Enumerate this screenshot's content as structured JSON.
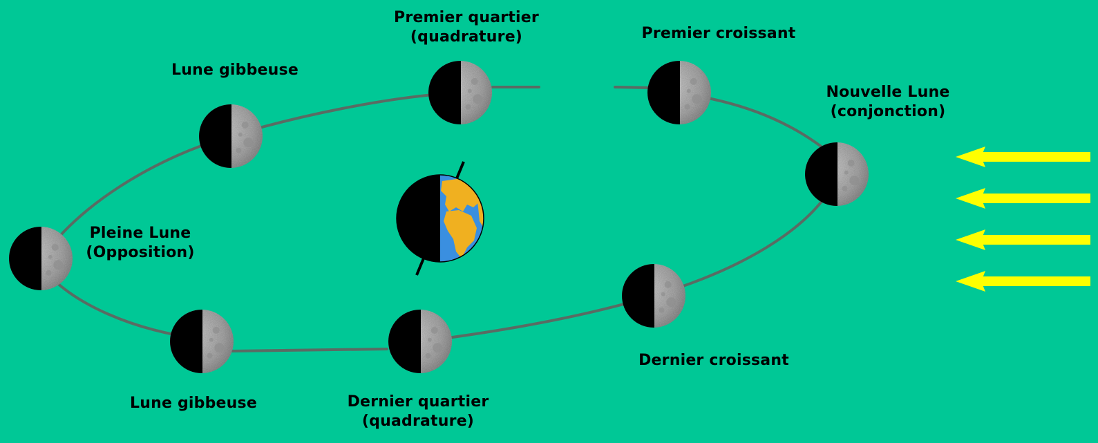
{
  "colors": {
    "background": "#00c896",
    "orbit": "#5a6b63",
    "moon_lit": "#b4b4b4",
    "moon_dark": "#000000",
    "sunlight": "#ffff00",
    "earth_ocean": "#3a8fe0",
    "earth_land": "#f0b020",
    "text": "#000000"
  },
  "icons": {
    "moon": "moon-half-lit-icon",
    "earth": "earth-globe-icon",
    "sunlight": "arrow-left-icon"
  },
  "labels": {
    "premier_quartier": {
      "line1": "Premier quartier",
      "line2": "(quadrature)"
    },
    "premier_croissant": {
      "line1": "Premier croissant"
    },
    "nouvelle_lune": {
      "line1": "Nouvelle Lune",
      "line2": "(conjonction)"
    },
    "lune_gibbeuse_top": {
      "line1": "Lune gibbeuse"
    },
    "pleine_lune": {
      "line1": "Pleine Lune",
      "line2": "(Opposition)"
    },
    "lune_gibbeuse_bottom": {
      "line1": "Lune gibbeuse"
    },
    "dernier_quartier": {
      "line1": "Dernier quartier",
      "line2": "(quadrature)"
    },
    "dernier_croissant": {
      "line1": "Dernier croissant"
    }
  }
}
